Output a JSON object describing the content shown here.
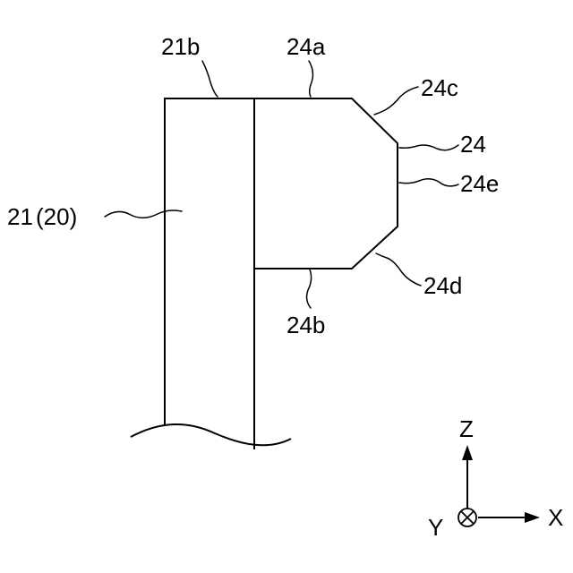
{
  "labels": {
    "l21b": "21b",
    "l24a": "24a",
    "l24c": "24c",
    "l24": "24",
    "l24e": "24e",
    "l21": "21",
    "l20": "(20)",
    "l24d": "24d",
    "l24b": "24b"
  },
  "axes": {
    "z": "Z",
    "x": "X",
    "y": "Y"
  }
}
